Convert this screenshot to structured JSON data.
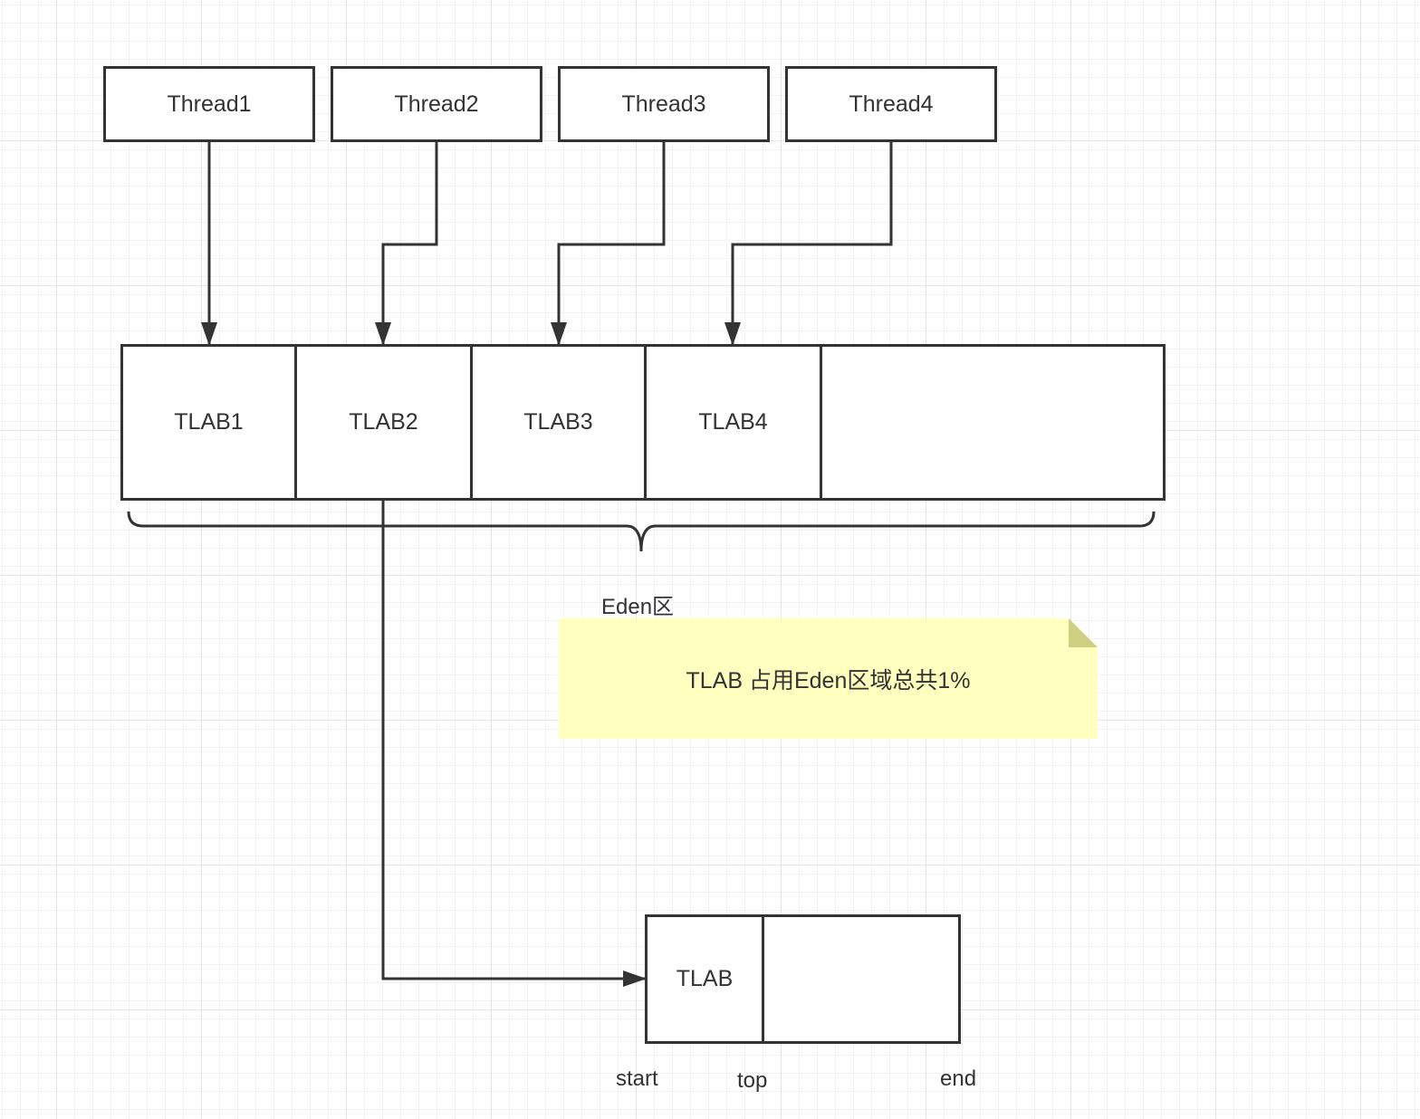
{
  "threads": [
    "Thread1",
    "Thread2",
    "Thread3",
    "Thread4"
  ],
  "eden": {
    "cells": [
      "TLAB1",
      "TLAB2",
      "TLAB3",
      "TLAB4",
      ""
    ],
    "label": "Eden区"
  },
  "note": {
    "text": "TLAB 占用Eden区域总共1%",
    "color": "#ffffc0"
  },
  "tlab_detail": {
    "label": "TLAB",
    "pointers": [
      "start",
      "top",
      "end"
    ]
  },
  "colors": {
    "stroke": "#333333",
    "grid": "#e6e6e6"
  }
}
